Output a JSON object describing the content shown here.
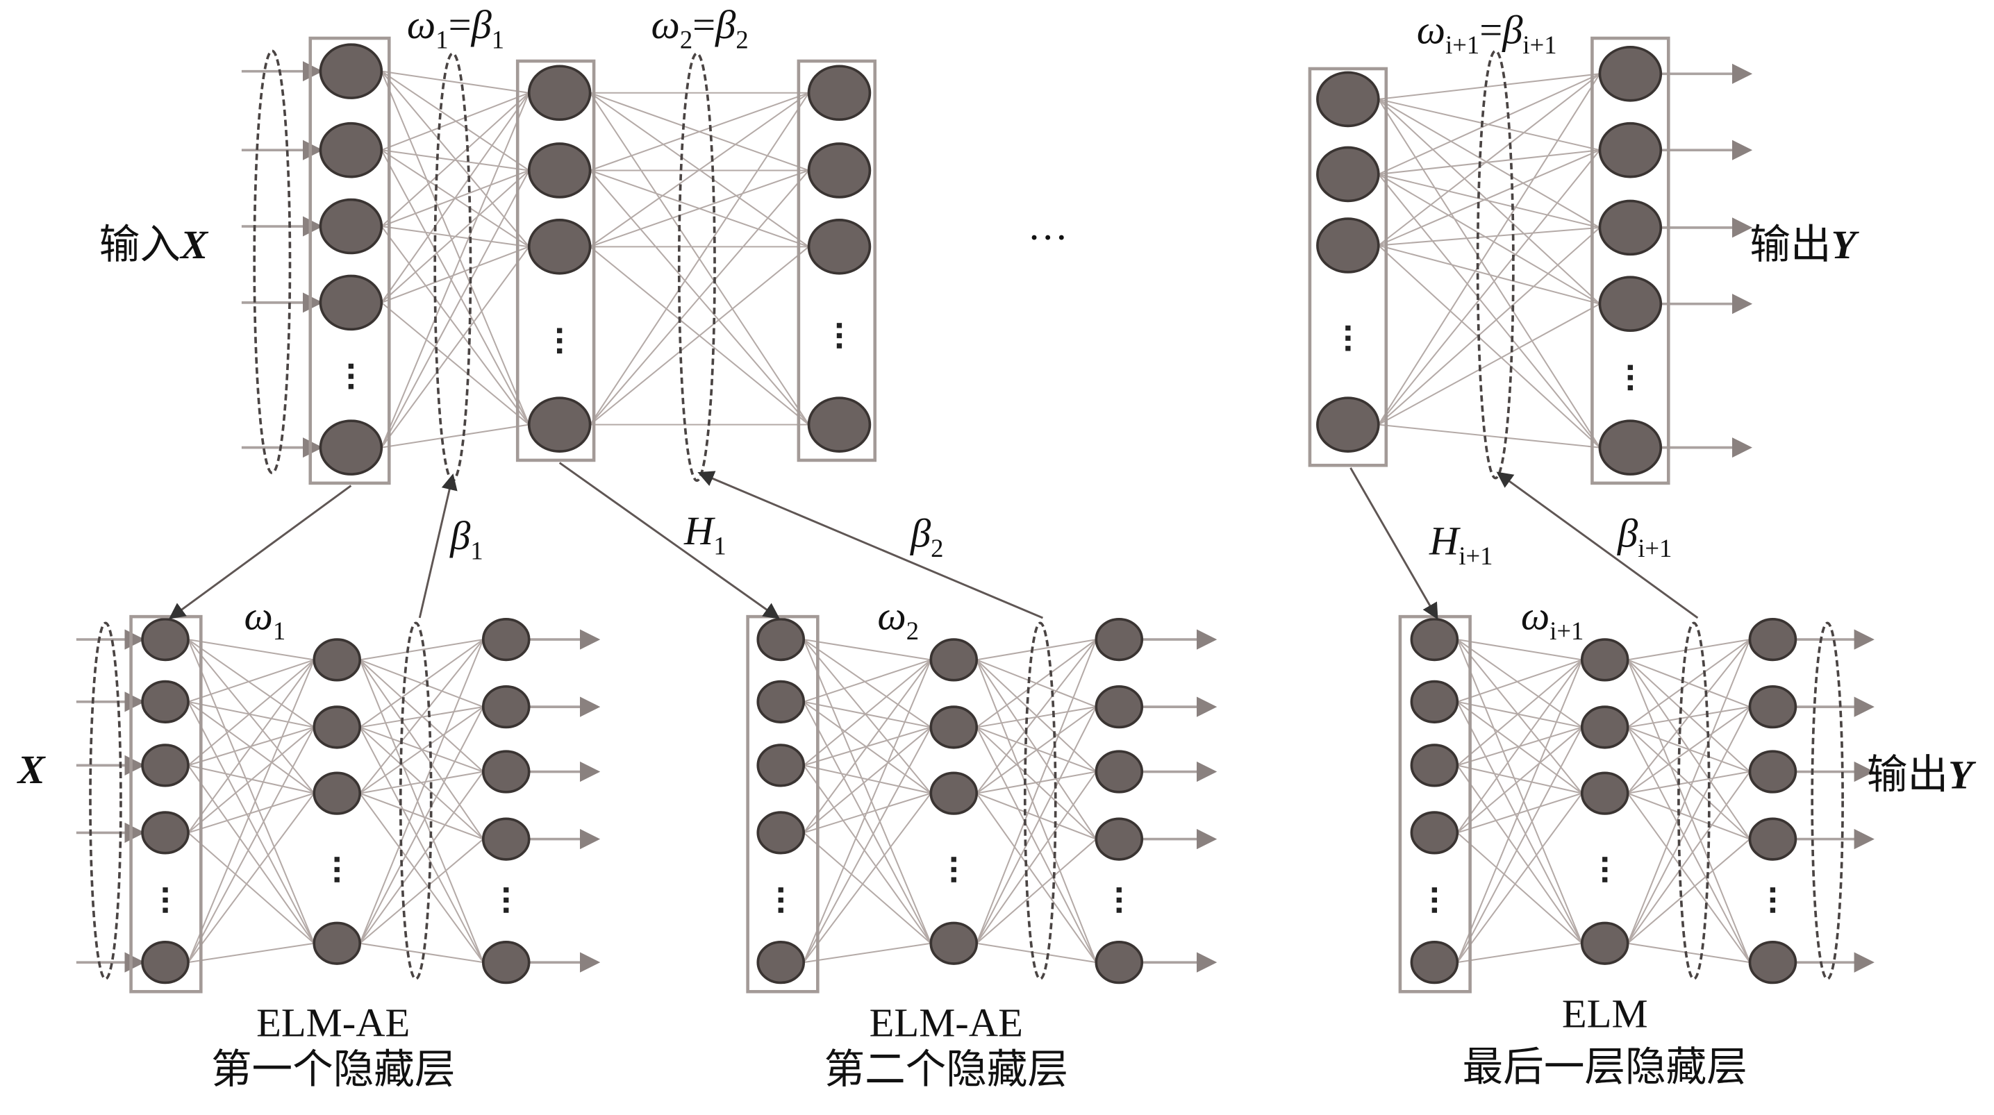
{
  "title": "DELM stacked ELM-AE architecture",
  "top_network": {
    "input_label": "输入X",
    "input_label_parts": {
      "text": "输入",
      "var": "X"
    },
    "output_label_parts": {
      "text": "输出",
      "var": "Y"
    },
    "weight_labels": [
      {
        "lhs": "ω",
        "lhs_sub": "1",
        "rhs": "β",
        "rhs_sub": "1"
      },
      {
        "lhs": "ω",
        "lhs_sub": "2",
        "rhs": "β",
        "rhs_sub": "2"
      },
      {
        "lhs": "ω",
        "lhs_sub": "i+1",
        "rhs": "β",
        "rhs_sub": "i+1"
      }
    ],
    "ellipsis": "…"
  },
  "links": [
    {
      "var": "β",
      "sub": "1"
    },
    {
      "var": "H",
      "sub": "1"
    },
    {
      "var": "β",
      "sub": "2"
    },
    {
      "var": "H",
      "sub": "i+1"
    },
    {
      "var": "β",
      "sub": "i+1"
    }
  ],
  "sub_networks": [
    {
      "input_var": "X",
      "weight": {
        "var": "ω",
        "sub": "1"
      },
      "caption_line1": "ELM-AE",
      "caption_line2": "第一个隐藏层"
    },
    {
      "input_var": "",
      "weight": {
        "var": "ω",
        "sub": "2"
      },
      "caption_line1": "ELM-AE",
      "caption_line2": "第二个隐藏层"
    },
    {
      "input_var": "",
      "weight": {
        "var": "ω",
        "sub": "i+1"
      },
      "caption_line1": "ELM",
      "caption_line2": "最后一层隐藏层",
      "output_parts": {
        "text": "输出",
        "var": "Y"
      }
    }
  ],
  "colors": {
    "node": "#6b6260",
    "edge": "#b4aaa7",
    "box": "#a39a97"
  }
}
